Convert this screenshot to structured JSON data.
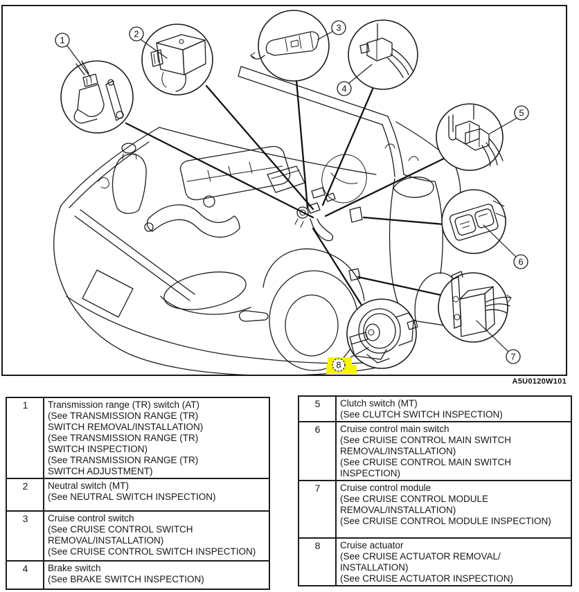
{
  "figure": {
    "code": "A5U0120W101",
    "highlight_color": "#f8f400",
    "callout_numbers": [
      "1",
      "2",
      "3",
      "4",
      "5",
      "6",
      "7",
      "8"
    ],
    "highlighted_callout": "8"
  },
  "tables": {
    "left": {
      "rows": [
        {
          "num": "1",
          "text": "Transmission range (TR) switch (AT)\n(See TRANSMISSION RANGE (TR)\nSWITCH REMOVAL/INSTALLATION)\n(See TRANSMISSION RANGE (TR)\nSWITCH INSPECTION)\n(See TRANSMISSION RANGE (TR)\nSWITCH ADJUSTMENT)"
        },
        {
          "num": "2",
          "text": "Neutral switch (MT)\n(See NEUTRAL SWITCH INSPECTION)"
        },
        {
          "num": "3",
          "text": "Cruise control switch\n(See CRUISE CONTROL SWITCH\nREMOVAL/INSTALLATION)\n(See CRUISE CONTROL SWITCH INSPECTION)"
        },
        {
          "num": "4",
          "text": "Brake switch\n(See BRAKE SWITCH INSPECTION)"
        }
      ]
    },
    "right": {
      "rows": [
        {
          "num": "5",
          "text": "Clutch switch (MT)\n(See CLUTCH SWITCH INSPECTION)"
        },
        {
          "num": "6",
          "text": "Cruise control main switch\n(See CRUISE CONTROL MAIN SWITCH\nREMOVAL/INSTALLATION)\n(See CRUISE CONTROL MAIN SWITCH\nINSPECTION)"
        },
        {
          "num": "7",
          "text": "Cruise control module\n(See CRUISE CONTROL MODULE\nREMOVAL/INSTALLATION)\n(See CRUISE CONTROL MODULE INSPECTION)"
        },
        {
          "num": "8",
          "text": "Cruise actuator\n(See CRUISE ACTUATOR REMOVAL/\nINSTALLATION)\n(See CRUISE ACTUATOR INSPECTION)"
        }
      ]
    }
  }
}
